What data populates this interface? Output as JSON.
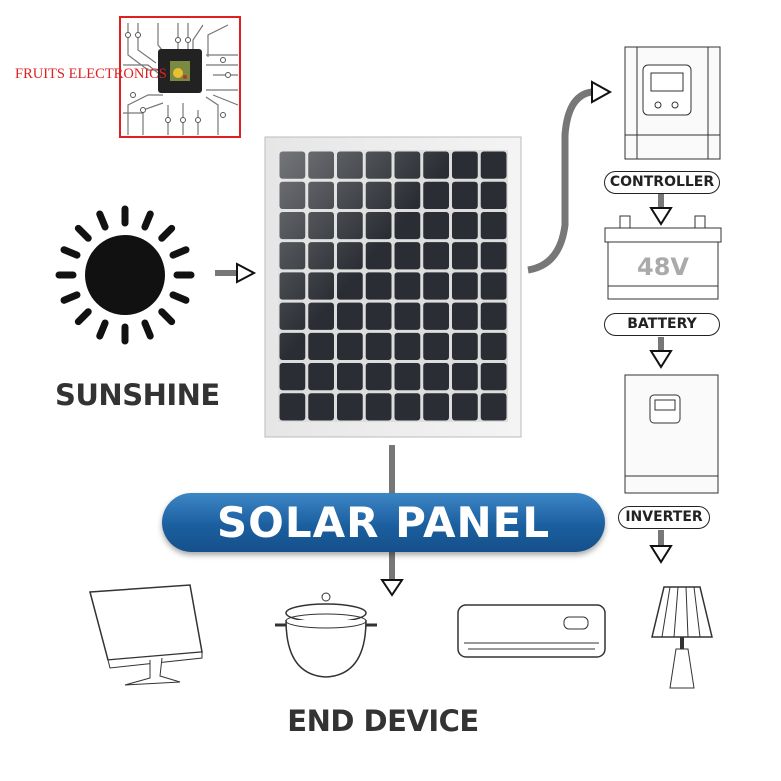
{
  "logo": {
    "text": "FRUITS ELECTRONICS",
    "accent": "#e02020"
  },
  "source": {
    "label": "SUNSHINE"
  },
  "panel": {
    "banner": "SOLAR PANEL",
    "banner_color": "#1b5f9f"
  },
  "chain": [
    {
      "label": "CONTROLLER"
    },
    {
      "label": "BATTERY",
      "voltage": "48V"
    },
    {
      "label": "INVERTER"
    }
  ],
  "devices": {
    "label": "END DEVICE",
    "items": [
      "monitor",
      "cooking-pot",
      "air-conditioner",
      "lamp"
    ]
  }
}
